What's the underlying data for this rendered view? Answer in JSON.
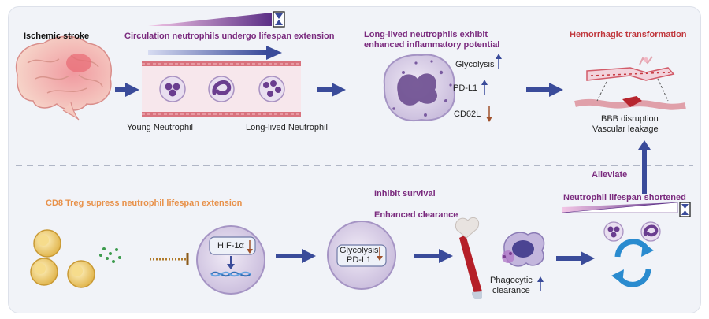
{
  "top": {
    "ischemic_stroke": "Ischemic stroke",
    "circulation_title": "Circulation neutrophils undergo lifespan extension",
    "young_neutrophil": "Young  Neutrophil",
    "long_lived_neutrophil": "Long-lived  Neutrophil",
    "enhanced_title_line1": "Long-lived neutrophils exhibit",
    "enhanced_title_line2": "enhanced inflammatory potential",
    "markers": [
      {
        "label": "Glycolysis",
        "direction": "up"
      },
      {
        "label": "PD-L1",
        "direction": "up"
      },
      {
        "label": "CD62L",
        "direction": "down"
      }
    ],
    "hemorrhagic_title": "Hemorrhagic transformation",
    "bbb_line1": "BBB disruption",
    "bbb_line2": "Vascular leakage"
  },
  "bottom": {
    "treg_title": "CD8 Treg supress neutrophil lifespan extension",
    "hif_label": "HIF-1α",
    "inhibit_survival": "Inhibit survival",
    "enhanced_clearance": "Enhanced clearance",
    "glycolysis_label": "Glycolysis",
    "pdl1_label": "PD-L1",
    "phagocytic_line1": "Phagocytic",
    "phagocytic_line2": "clearance",
    "lifespan_shortened": "Neutrophil lifespan shortened",
    "alleviate": "Alleviate"
  },
  "colors": {
    "arrow_blue": "#3a4b9a",
    "purple_title": "#7a2a7e",
    "red_title": "#c0363c",
    "orange_title": "#e8914a",
    "down_arrow": "#a0522d",
    "up_arrow": "#3a4b9a"
  }
}
